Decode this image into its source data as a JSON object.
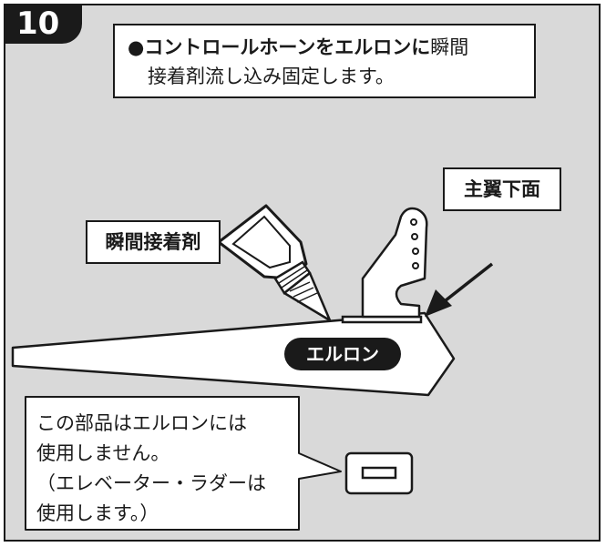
{
  "step": {
    "number": "10"
  },
  "instruction": {
    "bullet": "●",
    "bold_text": "コントロールホーンをエルロンに",
    "rest_line1": "瞬間",
    "line2": "接着剤流し込み固定します。"
  },
  "labels": {
    "wing_lower": "主翼下面",
    "glue": "瞬間接着剤",
    "aileron": "エルロン"
  },
  "note": {
    "lines": [
      "この部品はエルロンには",
      "使用しません。",
      "（エレベーター・ラダーは",
      "使用します。）"
    ]
  },
  "colors": {
    "background": "#d9d9d9",
    "ink": "#1a1a1a",
    "paper": "#ffffff"
  }
}
